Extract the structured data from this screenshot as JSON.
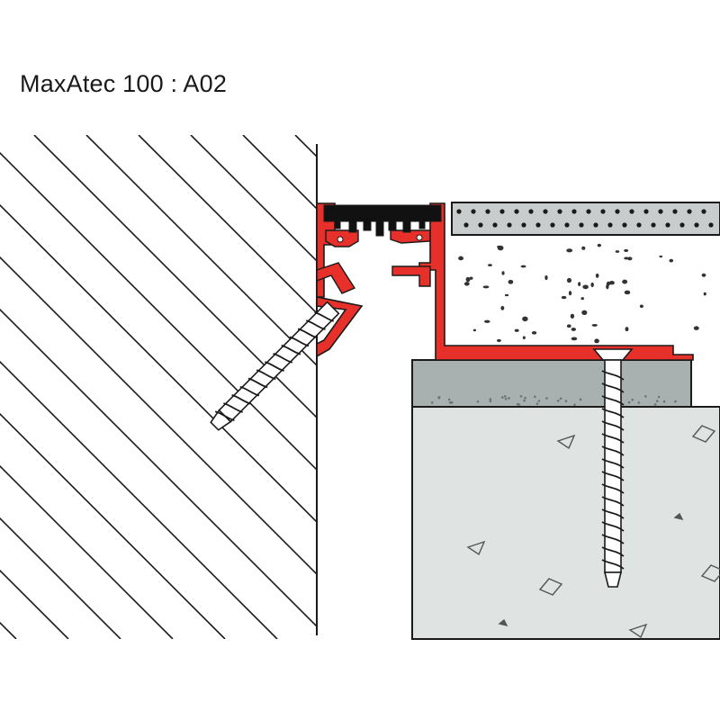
{
  "title": "MaxAtec 100 : A02",
  "colors": {
    "background": "#ffffff",
    "outline": "#1a1a1a",
    "profile_red": "#e8302a",
    "screed_grey": "#a9b0b0",
    "slab_grey": "#dfe4e3",
    "tile_grey": "#c8cccc",
    "insert_black": "#111111"
  },
  "parts": [
    {
      "id": "hatched-wall",
      "label": ""
    },
    {
      "id": "expansion-profile",
      "label": ""
    },
    {
      "id": "perforated-tile",
      "label": ""
    },
    {
      "id": "concrete-screed",
      "label": ""
    },
    {
      "id": "bedding-layer",
      "label": ""
    },
    {
      "id": "base-slab",
      "label": ""
    },
    {
      "id": "wall-screw",
      "label": ""
    },
    {
      "id": "floor-screw",
      "label": ""
    }
  ]
}
